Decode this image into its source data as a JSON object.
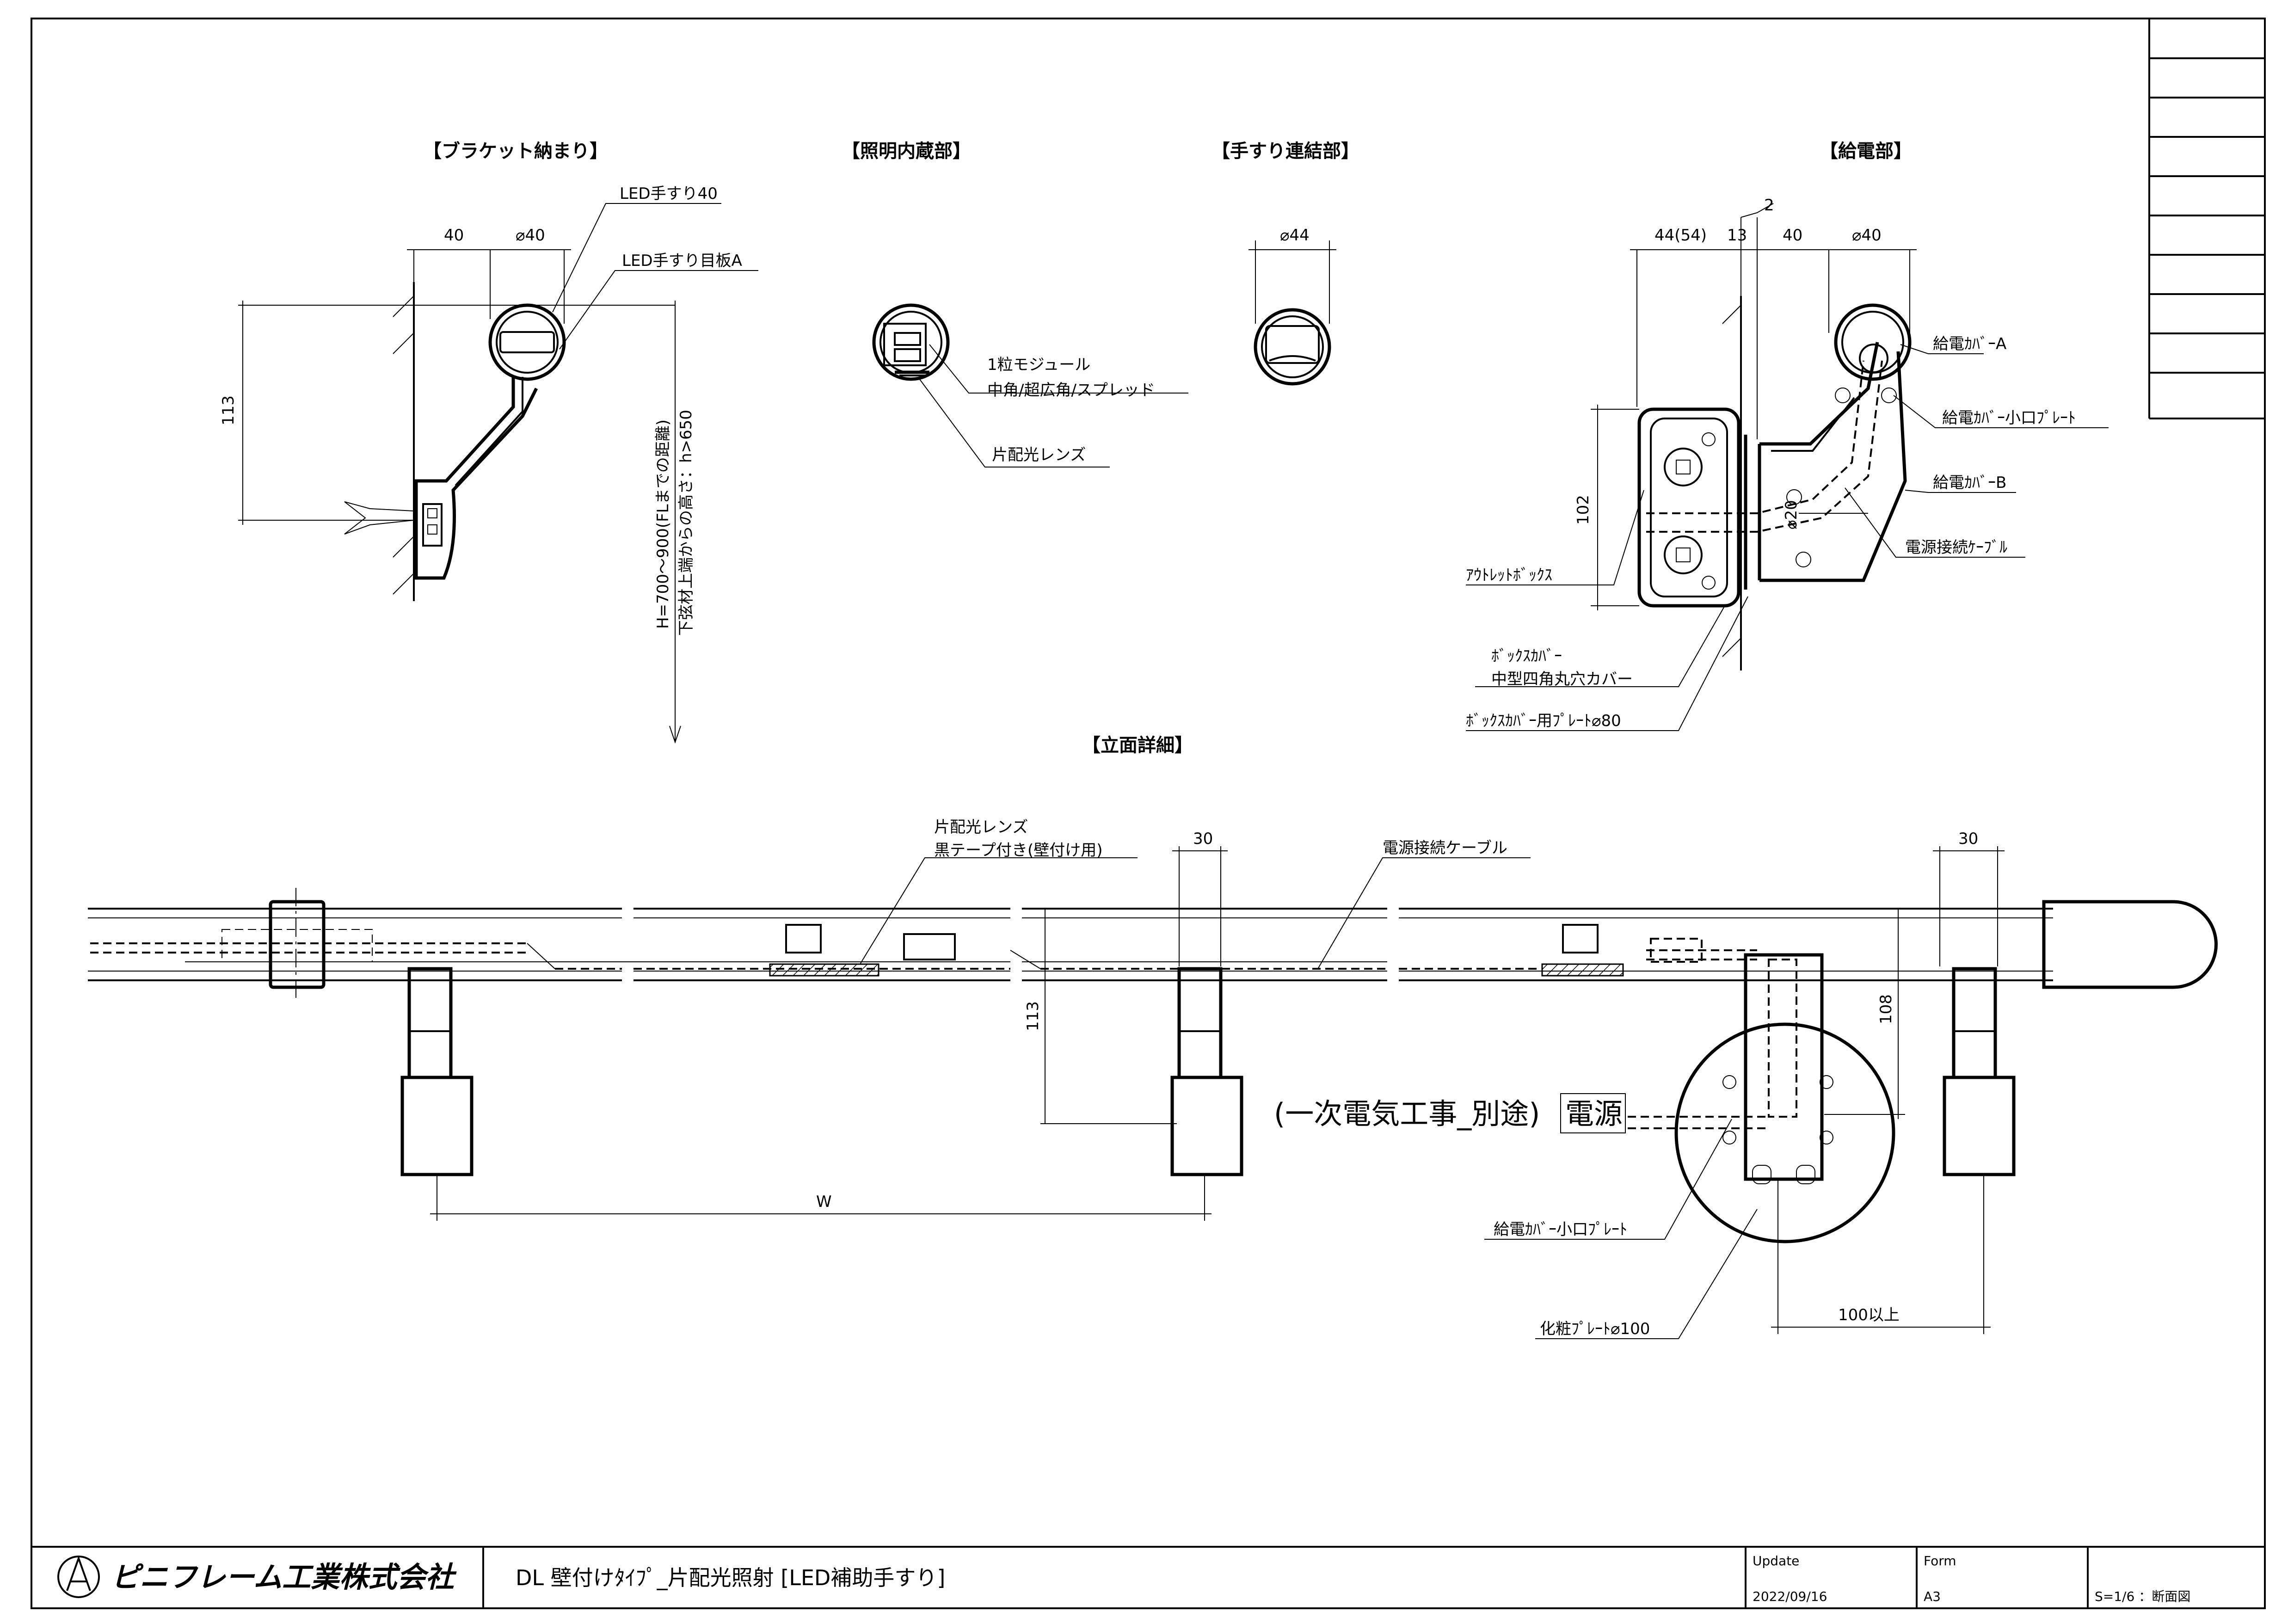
{
  "sections": {
    "bracket": "【ブラケット納まり】",
    "lighting": "【照明内蔵部】",
    "joint": "【手すり連結部】",
    "power": "【給電部】",
    "elevation": "【立面詳細】"
  },
  "bracket": {
    "dim_40": "40",
    "dim_phi40": "⌀40",
    "dim_113": "113",
    "label_handrail": "LED手すり40",
    "label_plate": "LED手すり目板A",
    "height_line1": "H=700～900(FLまでの距離)",
    "height_line2": "下弦材上端からの高さ：h>650"
  },
  "lighting": {
    "module_line1": "1粒モジュール",
    "module_line2": "中角/超広角/スプレッド",
    "lens": "片配光レンズ"
  },
  "joint": {
    "dim_phi44": "⌀44"
  },
  "power": {
    "dim_2": "2",
    "dim_44": "44(54)",
    "dim_13": "13",
    "dim_40": "40",
    "dim_phi40": "⌀40",
    "dim_102": "102",
    "dim_phi20": "⌀20",
    "cover_a": "給電ｶﾊﾞｰA",
    "cover_small": "給電ｶﾊﾞｰ小口ﾌﾟﾚｰﾄ",
    "cover_b": "給電ｶﾊﾞｰB",
    "cable": "電源接続ｹｰﾌﾞﾙ",
    "outlet": "ｱｳﾄﾚｯﾄﾎﾞｯｸｽ",
    "box_cover1": "ﾎﾞｯｸｽｶﾊﾞｰ",
    "box_cover2": "中型四角丸穴カバー",
    "box_plate": "ﾎﾞｯｸｽｶﾊﾞｰ用ﾌﾟﾚｰﾄ⌀80"
  },
  "elevation": {
    "lens_line1": "片配光レンズ",
    "lens_line2": "黒テープ付き(壁付け用)",
    "cable": "電源接続ケーブル",
    "dim_30a": "30",
    "dim_30b": "30",
    "dim_113": "113",
    "dim_108": "108",
    "dim_w": "W",
    "dim_100": "100以上",
    "power_text": "(一次電気工事_別途)",
    "power_boxed": "電源",
    "cover_small": "給電ｶﾊﾞｰ小口ﾌﾟﾚｰﾄ",
    "makeup_plate": "化粧ﾌﾟﾚｰﾄ⌀100"
  },
  "title_block": {
    "company": "ピニフレーム工業株式会社",
    "drawing_title": "DL 壁付けﾀｲﾌﾟ_片配光照射 [LED補助手すり]",
    "update_label": "Update",
    "update_value": "2022/09/16",
    "form_label": "Form",
    "form_value": "A3",
    "scale": "S=1/6 ：断面図"
  }
}
